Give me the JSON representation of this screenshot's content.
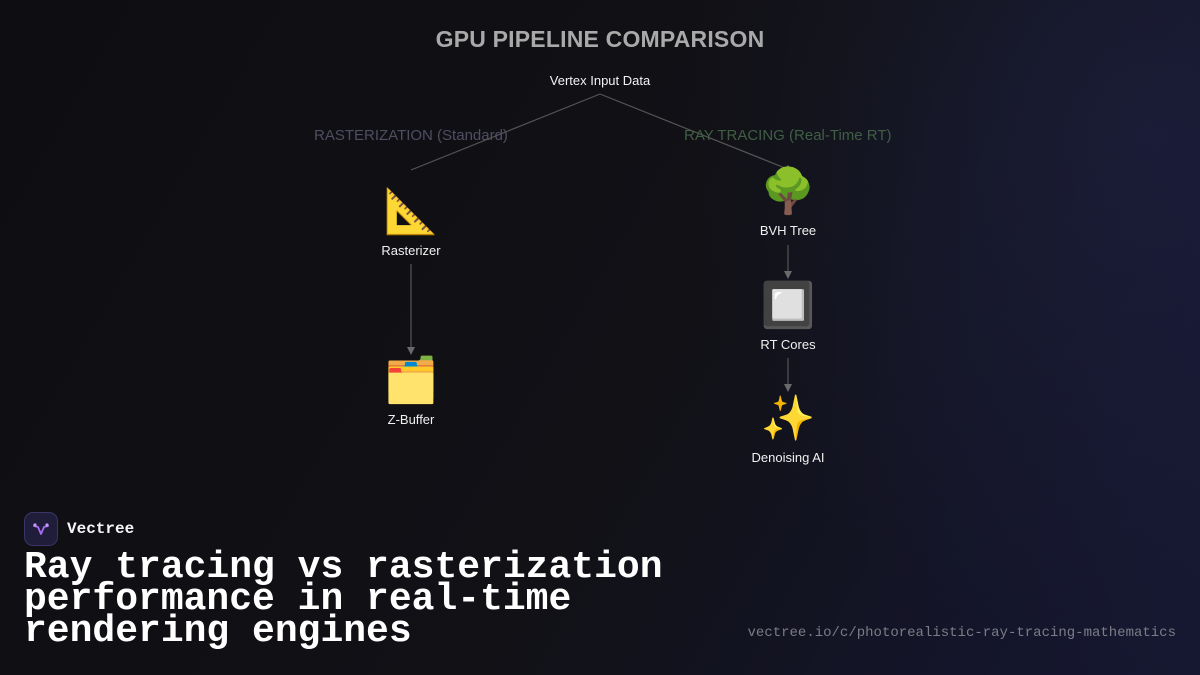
{
  "diagram": {
    "title": "GPU PIPELINE COMPARISON",
    "root": "Vertex Input Data",
    "branches": {
      "left": "RASTERIZATION (Standard)",
      "right": "RAY TRACING (Real-Time RT)"
    },
    "nodes": {
      "rasterizer": {
        "icon": "📐",
        "icon_name": "triangular-ruler-icon",
        "label": "Rasterizer"
      },
      "zbuffer": {
        "icon": "🗂️",
        "icon_name": "card-index-dividers-icon",
        "label": "Z-Buffer"
      },
      "bvh": {
        "icon": "🌳",
        "icon_name": "tree-icon",
        "label": "BVH Tree"
      },
      "rt_cores": {
        "icon": "🔲",
        "icon_name": "black-square-button-icon",
        "label": "RT Cores"
      },
      "denoise": {
        "icon": "✨",
        "icon_name": "sparkles-icon",
        "label": "Denoising AI"
      }
    },
    "colors": {
      "left_branch": "#4e4e63",
      "right_branch": "#3f5e43",
      "edge": "#555555"
    }
  },
  "footer": {
    "brand": "Vectree",
    "headline": "Ray tracing vs rasterization performance in real-time rendering engines",
    "url": "vectree.io/c/photorealistic-ray-tracing-mathematics"
  }
}
